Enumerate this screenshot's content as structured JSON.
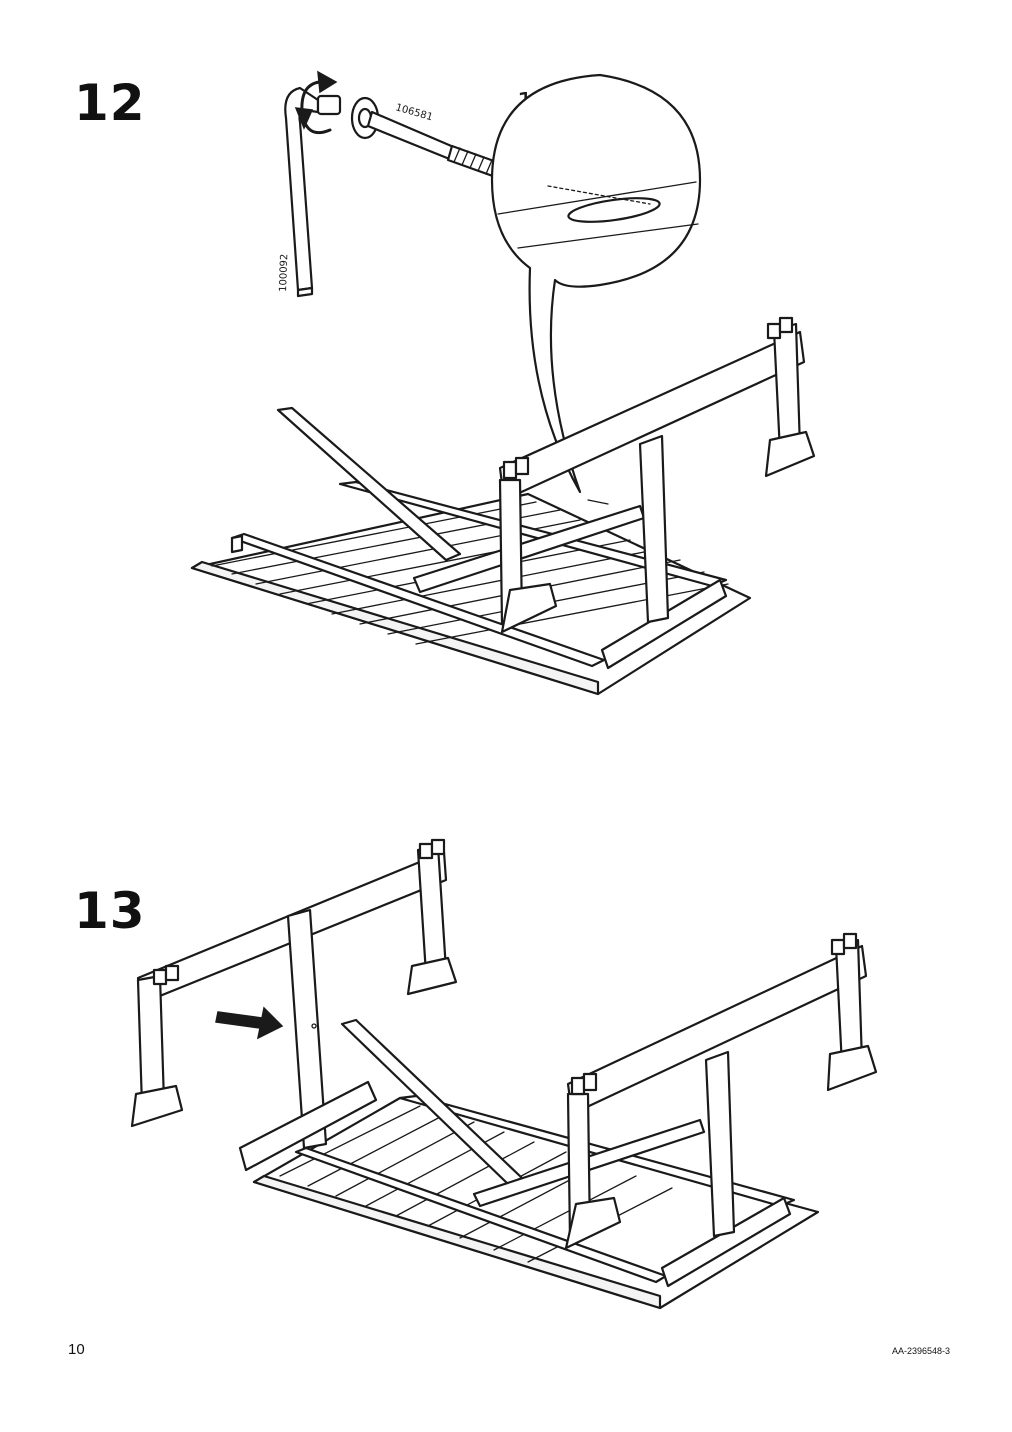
{
  "steps": [
    {
      "number": "12",
      "parts": [
        {
          "id": "100092",
          "icon": "allen-key-icon"
        },
        {
          "id": "106581",
          "icon": "bolt-icon"
        }
      ],
      "quantity": "1x"
    },
    {
      "number": "13"
    }
  ],
  "footer": {
    "page_number": "10",
    "doc_code": "AA-2396548-3"
  }
}
